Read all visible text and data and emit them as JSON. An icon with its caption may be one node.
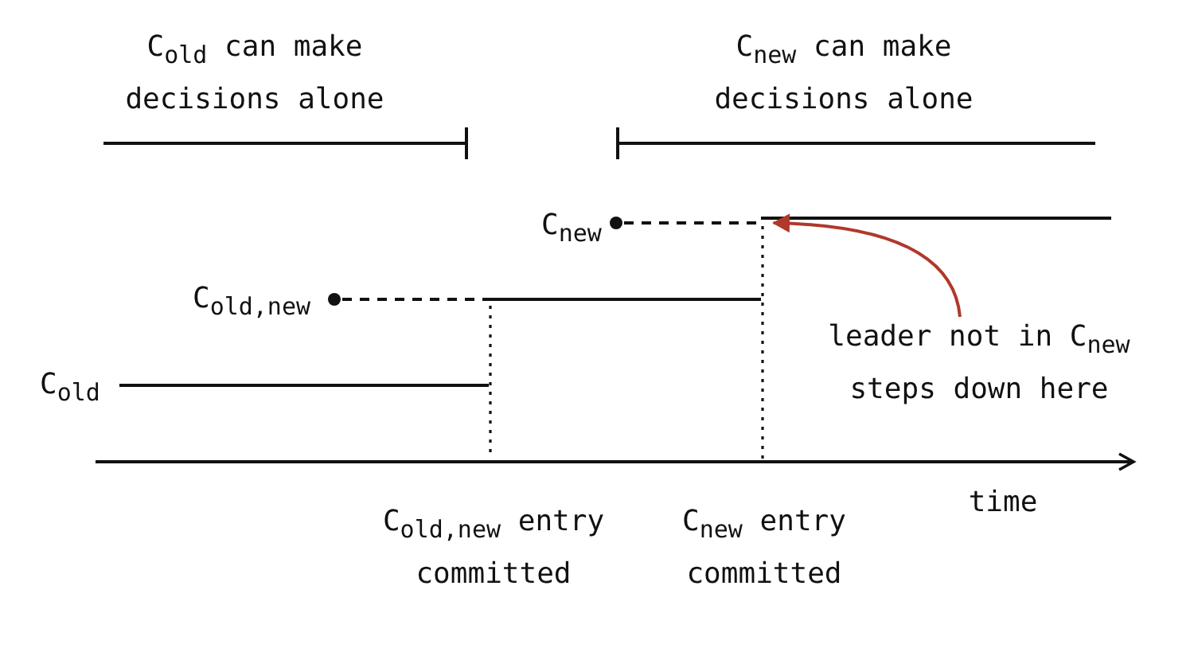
{
  "diagram": {
    "nodes": [
      {
        "text": [
          "leader not in C$_{new}$ steps down here"
        ]
      },
      {
        "text": [],
        "shape": "line"
      }
    ],
    "edges": [
      {
        "from": 0,
        "to": 1,
        "arrow": "to",
        "color": "#b0392b"
      }
    ],
    "labels": [
      "C$_{old}$ can make decisions alone",
      "C$_{new}$ can make decisions alone",
      "C$_{new}$",
      "C$_{old,new}$",
      "C$_{old}$",
      "time",
      "C$_{old,new}$ entry committed",
      "C$_{new}$ entry committed"
    ]
  }
}
